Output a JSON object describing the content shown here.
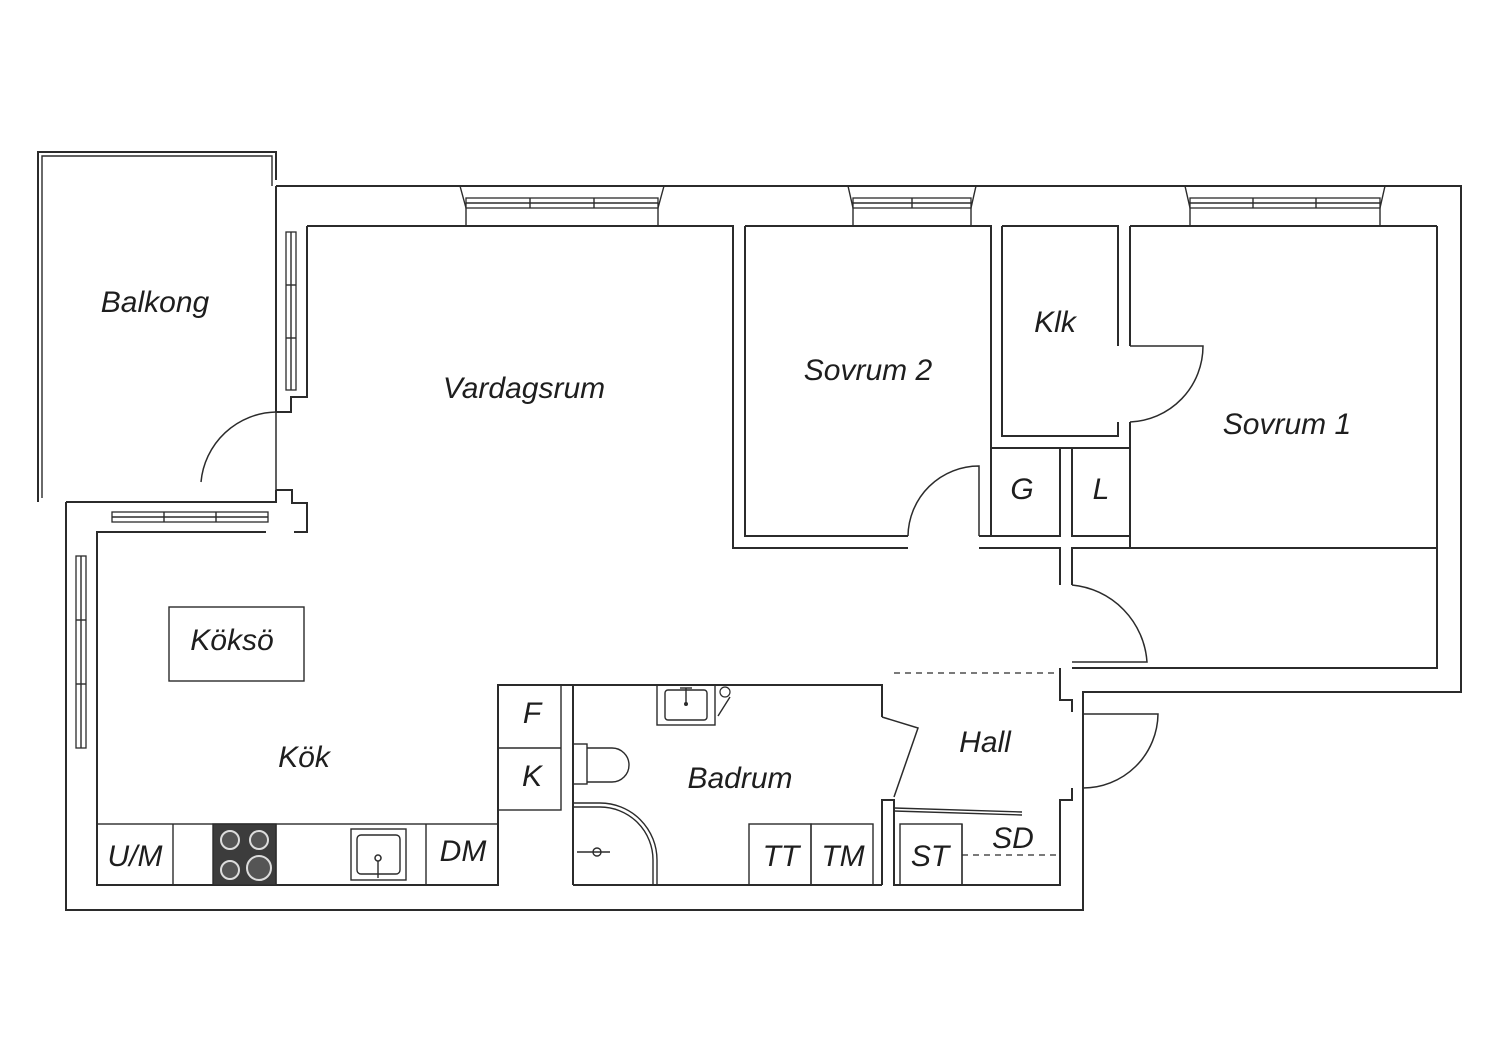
{
  "floorplan": {
    "rooms": {
      "balkong": "Balkong",
      "vardagsrum": "Vardagsrum",
      "sovrum2": "Sovrum 2",
      "klk": "Klk",
      "sovrum1": "Sovrum 1",
      "g": "G",
      "l": "L",
      "koksoe": "Köksö",
      "kok": "Kök",
      "badrum": "Badrum",
      "hall": "Hall"
    },
    "fixtures": {
      "f": "F",
      "k": "K",
      "um": "U/M",
      "dm": "DM",
      "tt": "TT",
      "tm": "TM",
      "st": "ST",
      "sd": "SD"
    }
  },
  "colors": {
    "line": "#2b2b2b",
    "background": "#ffffff",
    "stove": "#3c3c3c"
  }
}
